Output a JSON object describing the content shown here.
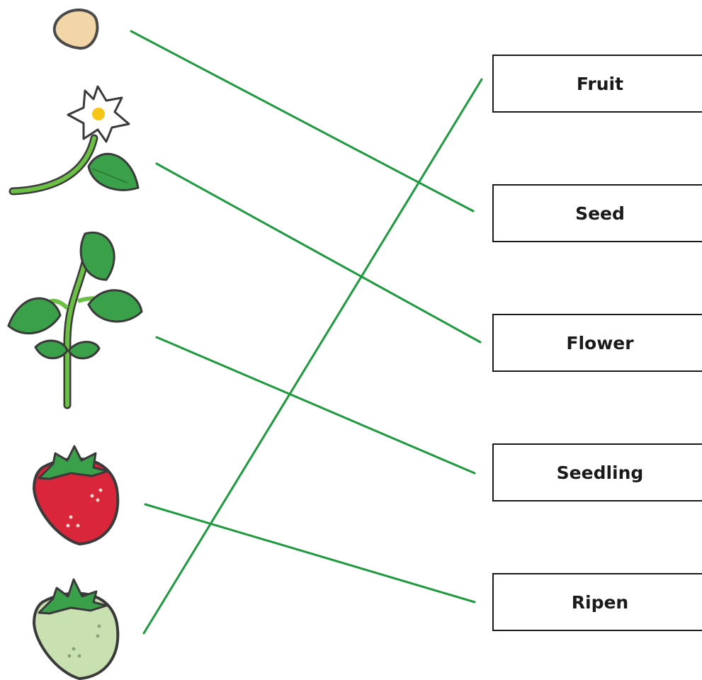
{
  "labels": [
    "Fruit",
    "Seed",
    "Flower",
    "Seedling",
    "Ripen"
  ],
  "pictures": [
    "seed-icon",
    "flower-icon",
    "seedling-icon",
    "red-strawberry-icon",
    "green-strawberry-icon"
  ],
  "colors": {
    "line": "#1e9a3e",
    "leaf": "#3aa14a",
    "stem": "#6cbf45",
    "seed": "#f2d6a8",
    "berry_red": "#d9263a",
    "berry_green": "#c9e0b0",
    "outline": "#3a3a3a"
  }
}
